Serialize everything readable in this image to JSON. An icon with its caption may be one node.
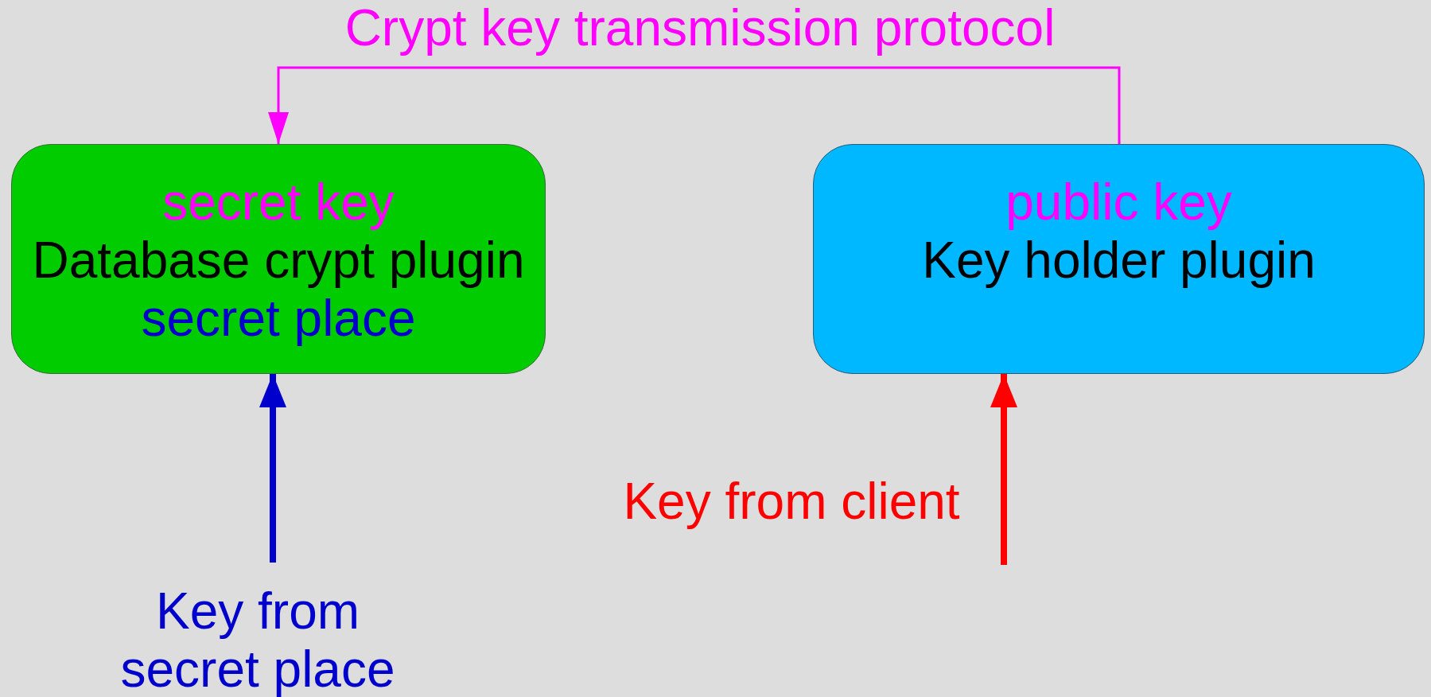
{
  "diagram": {
    "nodes": [
      {
        "text": [
          "secret key",
          "Database crypt plugin",
          "secret place"
        ]
      },
      {
        "text": [
          "public key",
          "Key holder plugin"
        ]
      },
      {
        "text": [
          "Key from secret place"
        ]
      }
    ],
    "edges": [
      {
        "from": 1,
        "to": 0,
        "arrow": "to",
        "label": "Crypt key transmission protocol",
        "color": "#ff00ff"
      },
      {
        "from": 2,
        "to": 0,
        "arrow": "to",
        "color": "#0000cc"
      },
      {
        "from": null,
        "to": 1,
        "arrow": "to",
        "color": "#ff0000",
        "label": "Key from client"
      }
    ]
  }
}
